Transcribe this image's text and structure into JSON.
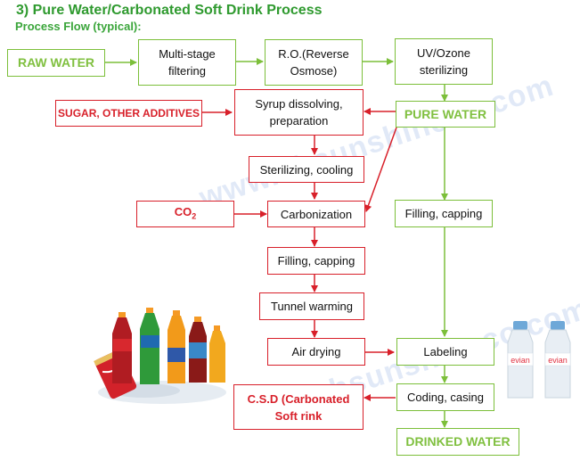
{
  "header": {
    "title": "3)  Pure Water/Carbonated Soft Drink Process",
    "subtitle": "Process Flow (typical):"
  },
  "nodes": {
    "raw_water": "RAW WATER",
    "multi_stage_l1": "Multi-stage",
    "multi_stage_l2": "filtering",
    "ro_l1": "R.O.(Reverse",
    "ro_l2": "Osmose)",
    "uv_l1": "UV/Ozone",
    "uv_l2": "sterilizing",
    "sugar": "SUGAR, OTHER ADDITIVES",
    "syrup_l1": "Syrup dissolving,",
    "syrup_l2": "preparation",
    "pure_water": "PURE WATER",
    "sterilizing": "Sterilizing, cooling",
    "co2": "CO",
    "co2_sub": "2",
    "carbonization": "Carbonization",
    "filling_right": "Filling, capping",
    "filling_left": "Filling, capping",
    "tunnel": "Tunnel warming",
    "air_drying": "Air drying",
    "labeling": "Labeling",
    "csd_l1": "C.S.D (Carbonated",
    "csd_l2": "Soft rink",
    "coding": "Coding, casing",
    "drinked_water": "DRINKED WATER"
  },
  "watermarks": [
    "www.shsunshineco.com",
    "www.shsunshineco.com"
  ],
  "images": {
    "left": "soft-drink-bottles",
    "right": "evian-water-bottles",
    "bottle_label": "evian"
  },
  "colors": {
    "green": "#7cbf3a",
    "red": "#d8202a",
    "title_green": "#2f9a2f"
  }
}
